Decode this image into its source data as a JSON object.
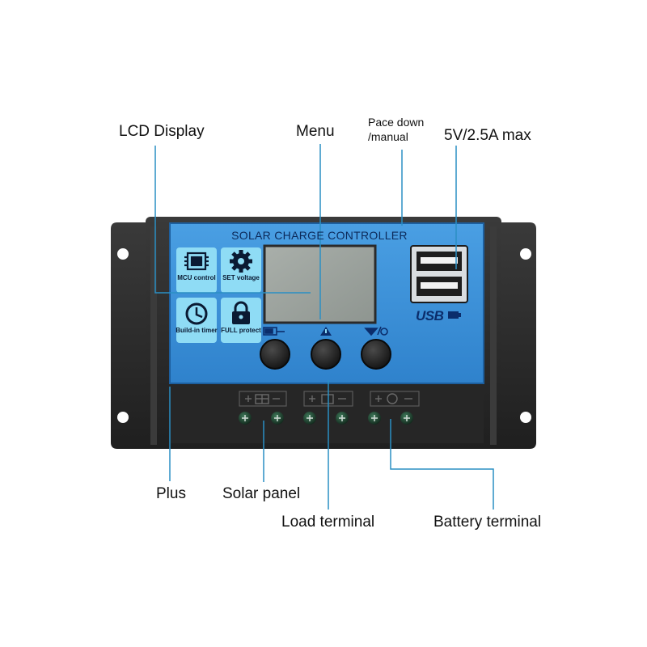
{
  "product": {
    "panel_title": "SOLAR CHARGE CONTROLLER",
    "usb_logo": "USB",
    "features": [
      {
        "icon": "chip-icon",
        "label": "MCU control"
      },
      {
        "icon": "gear-icon",
        "label": "SET voltage"
      },
      {
        "icon": "clock-icon",
        "label": "Build-in timer"
      },
      {
        "icon": "lock-icon",
        "label": "FULL protect"
      }
    ],
    "buttons": [
      {
        "icon": "battery-icon"
      },
      {
        "icon": "warning-icon"
      },
      {
        "icon": "load-icon"
      }
    ],
    "terminal_symbols": [
      "solar-panel-icon",
      "battery-icon",
      "load-bulb-icon"
    ]
  },
  "callouts": {
    "lcd_display": "LCD Display",
    "menu": "Menu",
    "page_down_line1": "Pace down",
    "page_down_line2": "/manual",
    "usb_rating": "5V/2.5A max",
    "plus": "Plus",
    "solar_panel": "Solar panel",
    "load_terminal": "Load terminal",
    "battery_terminal": "Battery terminal"
  },
  "colors": {
    "case": "#2b2b2b",
    "panel_blue": "#3a8fd6",
    "feature_button": "#8fdcf5",
    "lcd": "#9ea5a0",
    "callout_line": "#2a8fc4"
  }
}
